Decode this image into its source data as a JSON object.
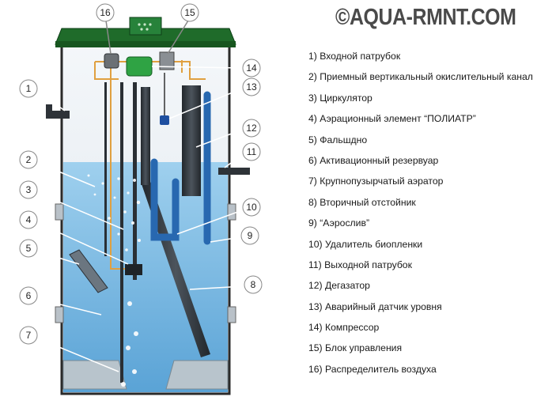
{
  "watermark": "©AQUA-RMNT.COM",
  "callouts": [
    "1",
    "2",
    "3",
    "4",
    "5",
    "6",
    "7",
    "8",
    "9",
    "10",
    "11",
    "12",
    "13",
    "14",
    "15",
    "16"
  ],
  "legend": [
    "1) Входной патрубок",
    "2) Приемный вертикальный окислительный канал",
    "3) Циркулятор",
    "4) Аэрационный элемент “ПОЛИАТР”",
    "5) Фальшдно",
    "6) Активационный резервуар",
    "7) Крупнопузырчатый аэратор",
    "8) Вторичный отстойник",
    "9) “Аэрослив”",
    "10) Удалитель биопленки",
    "11) Выходной патрубок",
    "12) Дегазатор",
    "13) Аварийный датчик уровня",
    "14) Компрессор",
    "15) Блок управления",
    "16) Распределитель воздуха"
  ],
  "colors": {
    "lid": "#1f6b2a",
    "water": "#8fc6e8",
    "pipe": "#3a3f45",
    "air_line": "#e0a040",
    "callout_line": "#ffffff"
  }
}
